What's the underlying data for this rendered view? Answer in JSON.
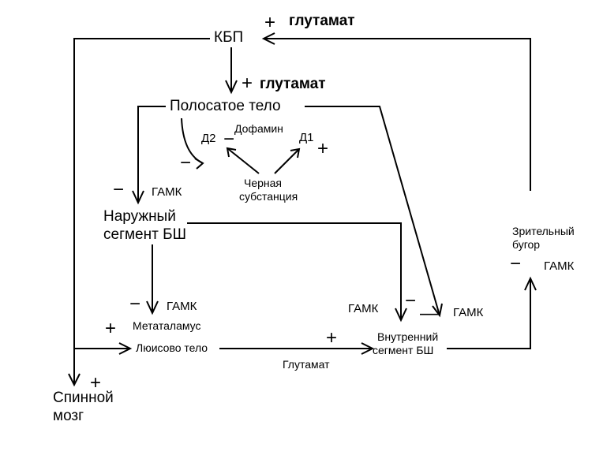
{
  "nodes": {
    "kbp": "КБП",
    "striatum": "Полосатое тело",
    "d2": "Д2",
    "d1": "Д1",
    "dopamine": "Дофамин",
    "substantia_nigra": [
      "Черная",
      "субстанция"
    ],
    "outer_segment": [
      "Наружный",
      "сегмент БШ"
    ],
    "metathalamus": "Метаталамус",
    "subthalamic": "Люисово тело",
    "inner_segment": [
      "Внутренний",
      "сегмент БШ"
    ],
    "thalamus": [
      "Зрительный",
      "бугор"
    ],
    "spinal_cord": [
      "Спинной",
      "мозг"
    ]
  },
  "labels": {
    "glutamate_top": "глутамат",
    "glutamate_striatum": "глутамат",
    "gaba_outer": "ГАМК",
    "gaba_meta": "ГАМК",
    "gaba_inner_left": "ГАМК",
    "gaba_inner_right": "ГАМК",
    "gaba_thalamus": "ГАМК",
    "glutamate_bottom": "Глутамат"
  },
  "signs": {
    "plus": "+",
    "minus": "−",
    "minus_long": "—"
  }
}
